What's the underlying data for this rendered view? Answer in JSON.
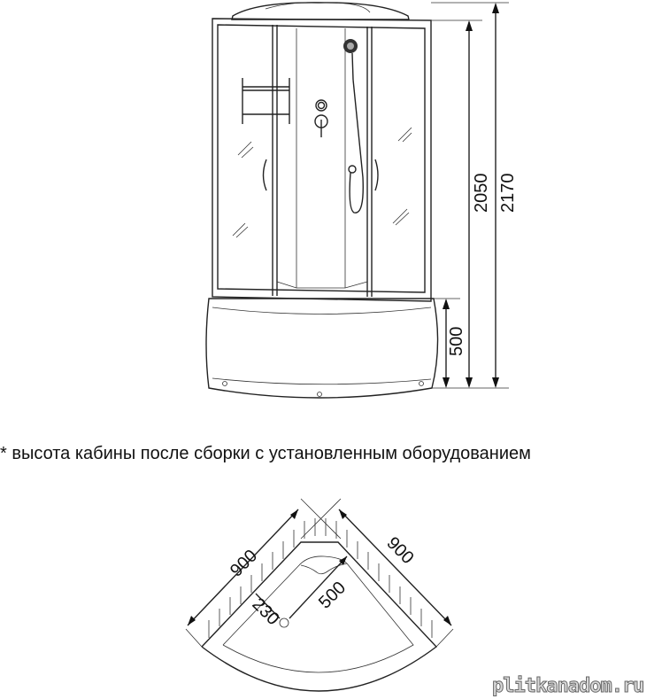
{
  "front_view": {
    "dimensions": {
      "total_height": "2170",
      "cabin_height": "2050",
      "tray_height": "500"
    }
  },
  "caption": "* высота кабины после сборки с установленным оборудованием",
  "plan_view": {
    "dimensions": {
      "side_left": "900",
      "side_right": "900",
      "drain_offset_long": "500",
      "drain_offset_short": "230"
    }
  },
  "watermark": "plitkanadom.ru"
}
